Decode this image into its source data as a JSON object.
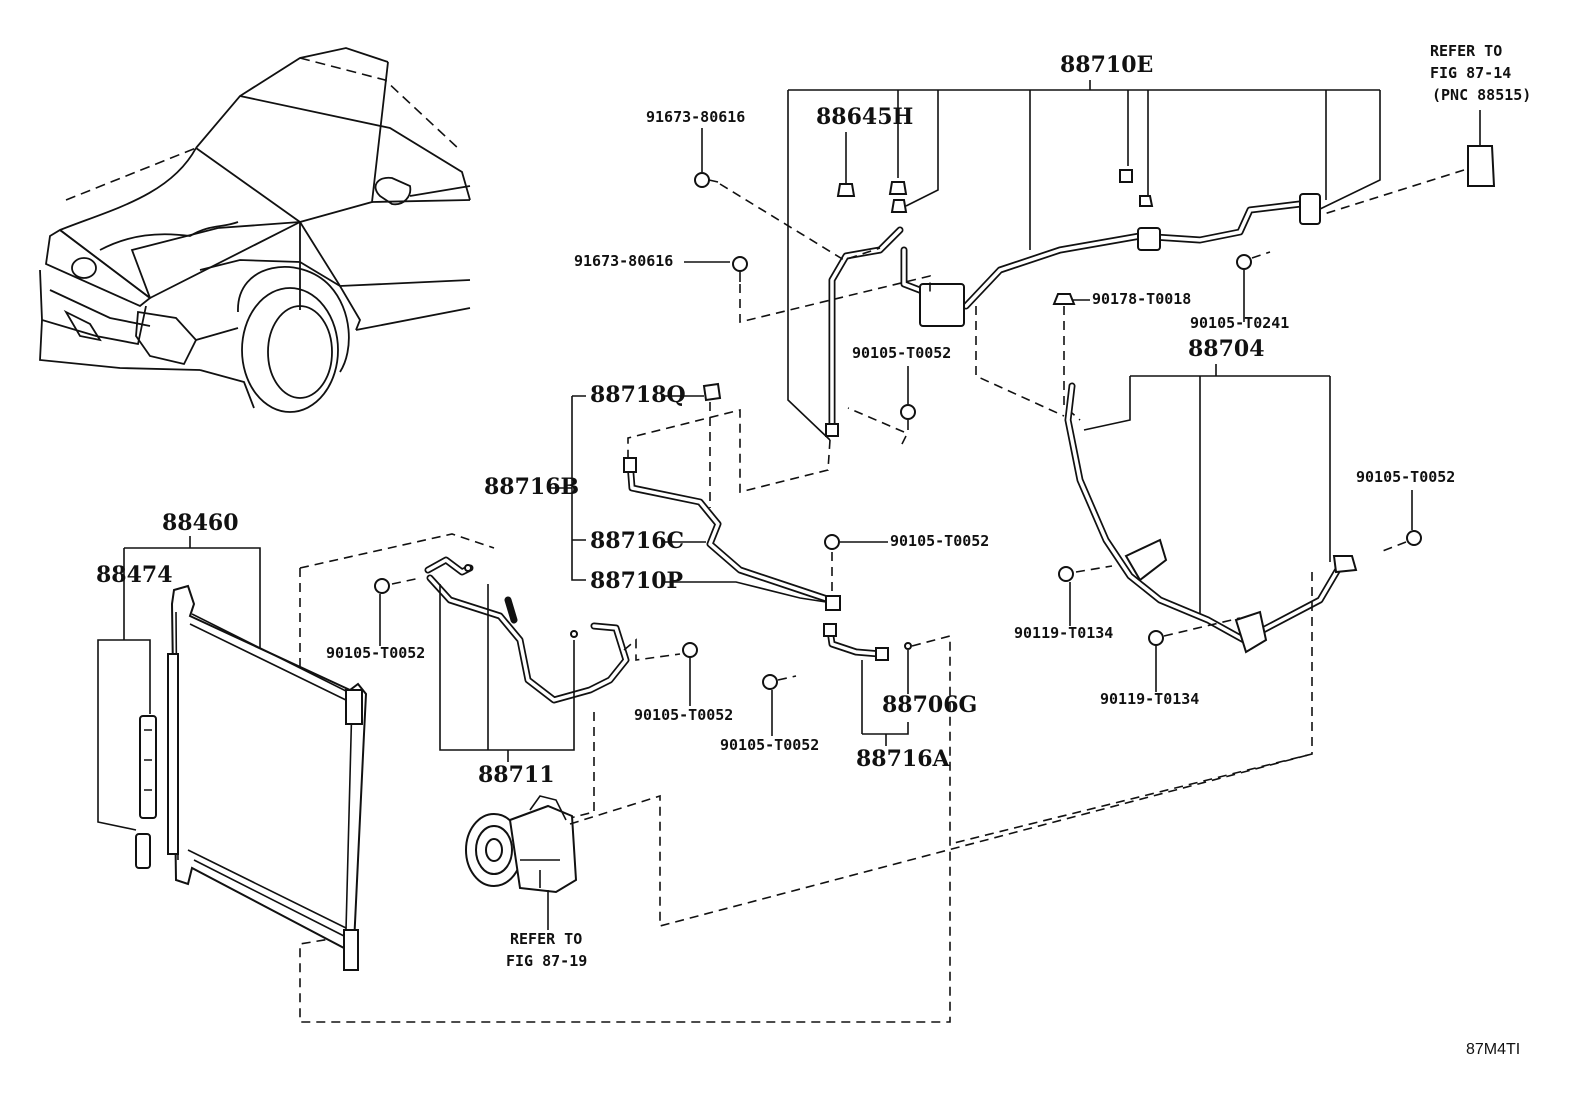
{
  "diagram_code": "87M4TI",
  "labels": {
    "p88710E": "88710E",
    "p88645H": "88645H",
    "p91673_a": "91673-80616",
    "p91673_b": "91673-80616",
    "p90178": "90178-T0018",
    "p90105_T0241": "90105-T0241",
    "p88704": "88704",
    "p90105_upper": "90105-T0052",
    "p88718Q": "88718Q",
    "p88716B": "88716B",
    "p88716C": "88716C",
    "p88710P": "88710P",
    "p90105_mid": "90105-T0052",
    "p90105_right": "90105-T0052",
    "p90119_a": "90119-T0134",
    "p90119_b": "90119-T0134",
    "p88460": "88460",
    "p88474": "88474",
    "p90105_left": "90105-T0052",
    "p88711": "88711",
    "p90105_c1": "90105-T0052",
    "p90105_c2": "90105-T0052",
    "p88706G": "88706G",
    "p88716A": "88716A"
  },
  "refer_right": {
    "line1": "REFER TO",
    "line2": "FIG 87-14",
    "line3": "(PNC 88515)"
  },
  "refer_bottom": {
    "line1": "REFER TO",
    "line2": "FIG 87-19"
  }
}
